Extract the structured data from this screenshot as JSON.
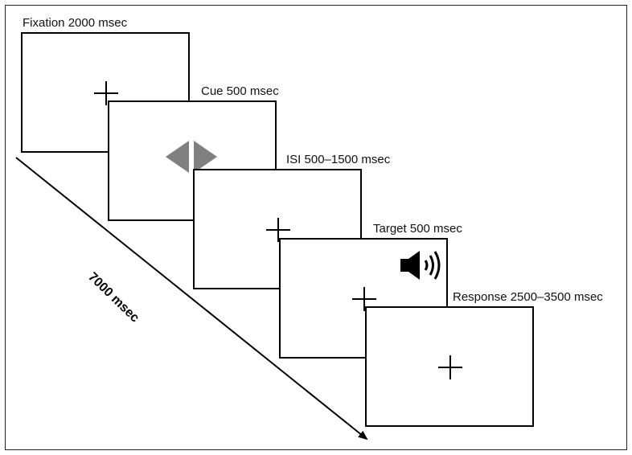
{
  "timeline": {
    "total_duration": "7000 msec"
  },
  "frames": [
    {
      "id": "fixation",
      "label": "Fixation 2000 msec",
      "content": "fixation-cross"
    },
    {
      "id": "cue",
      "label": "Cue 500 msec",
      "content": "double-diamond-arrows"
    },
    {
      "id": "isi",
      "label": "ISI 500–1500 msec",
      "content": "fixation-cross"
    },
    {
      "id": "target",
      "label": "Target 500 msec",
      "content": "fixation-cross-and-speaker-icon"
    },
    {
      "id": "response",
      "label": "Response 2500–3500 msec",
      "content": "fixation-cross"
    }
  ],
  "colors": {
    "frame_border": "#000000",
    "cue_arrow": "#808080",
    "background": "#ffffff"
  }
}
